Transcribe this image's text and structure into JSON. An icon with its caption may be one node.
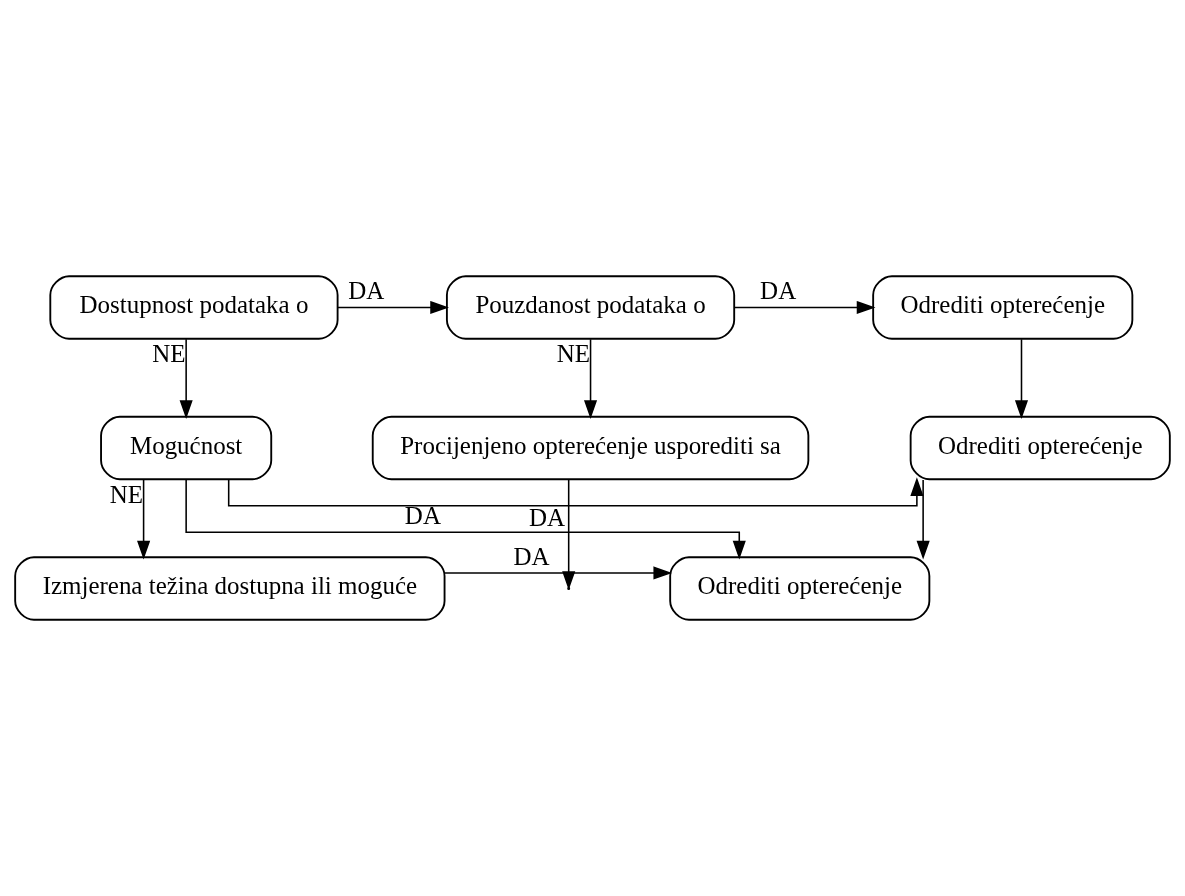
{
  "diagram": {
    "nodes": [
      {
        "text": [
          "Dostupnost podataka o"
        ]
      },
      {
        "text": [
          "Pouzdanost podataka o"
        ]
      },
      {
        "text": [
          "Odrediti opterećenje"
        ]
      },
      {
        "text": [
          "Procijenjeno opterećenje usporediti sa"
        ]
      },
      {
        "text": [
          "Mogućnost"
        ]
      },
      {
        "text": [
          "Odrediti opterećenje"
        ]
      },
      {
        "text": [
          "Izmjerena težina dostupna ili moguće"
        ]
      },
      {
        "text": [
          "Odrediti opterećenje"
        ]
      }
    ],
    "edges": [
      {
        "from": 0,
        "to": 1,
        "arrow": "to",
        "label": "DA"
      },
      {
        "from": 1,
        "to": 2,
        "arrow": "to",
        "label": "DA"
      },
      {
        "from": 1,
        "to": 3,
        "arrow": "to",
        "label": "NE"
      },
      {
        "from": 0,
        "to": 4,
        "arrow": "to",
        "label": "NE"
      },
      {
        "from": 2,
        "to": 5,
        "arrow": "to"
      },
      {
        "from": 3,
        "to": null,
        "arrow": "to"
      },
      {
        "from": 4,
        "to": 5,
        "arrow": "to",
        "label": "DA"
      },
      {
        "from": 4,
        "to": 7,
        "arrow": "to",
        "label": "DA"
      },
      {
        "from": 5,
        "to": 7,
        "arrow": "to"
      },
      {
        "from": 4,
        "to": 6,
        "arrow": "to",
        "label": "NE"
      },
      {
        "from": 6,
        "to": 7,
        "arrow": "to",
        "label": "DA"
      }
    ]
  }
}
